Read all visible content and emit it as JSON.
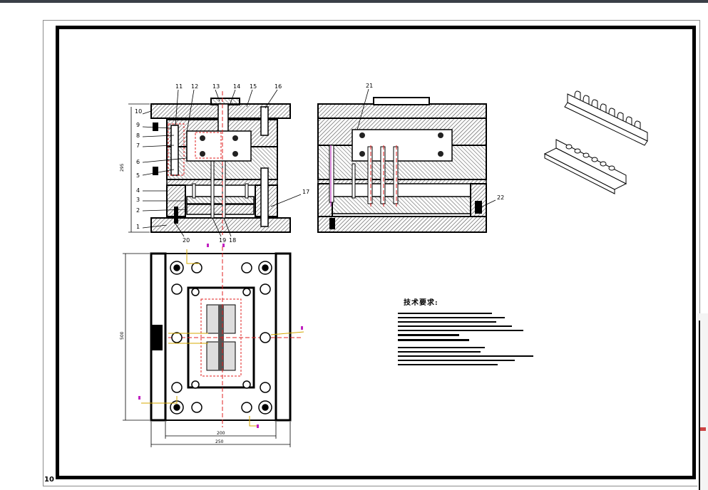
{
  "drawing": {
    "part_numbers_top": [
      "11",
      "12",
      "13",
      "14",
      "15",
      "16"
    ],
    "part_numbers_left": [
      "10",
      "9",
      "8",
      "7",
      "6",
      "5",
      "4",
      "3",
      "2",
      "1"
    ],
    "part_numbers_bottom": [
      "20",
      "19",
      "18"
    ],
    "part_number_17": "17",
    "part_number_21": "21",
    "part_number_22": "22",
    "dim_height_front": "295",
    "dim_height_plan": "500",
    "dim_width_inner": "200",
    "dim_width_outer": "250",
    "corner_label": "10"
  },
  "tech_requirements": {
    "title": "技术要求:"
  },
  "colors": {
    "line": "#000000",
    "hatch": "#555555",
    "center_line": "#e02020",
    "dimension_line": "#d4a800",
    "section_mark": "#c020c0"
  }
}
